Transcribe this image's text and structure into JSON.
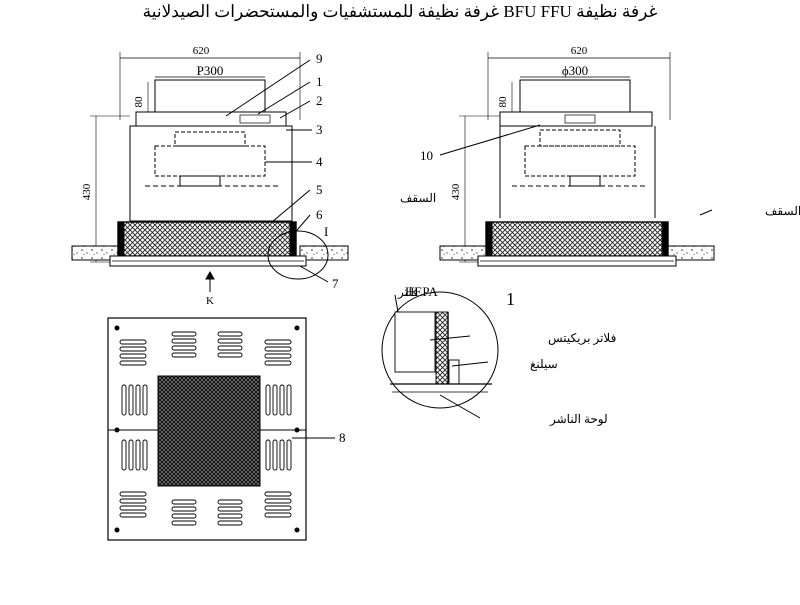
{
  "title": "غرفة نظيفة BFU FFU غرفة نظيفة للمستشفيات والمستحضرات الصيدلانية",
  "left_view": {
    "width_dim": "620",
    "height_dim": "430",
    "top_dim": "80",
    "duct_label": "P300",
    "callouts": [
      "1",
      "2",
      "3",
      "4",
      "5",
      "6",
      "7",
      "9"
    ],
    "detail_marker": "I",
    "view_marker": "K",
    "ceiling": "السقف"
  },
  "right_view": {
    "width_dim": "620",
    "height_dim": "430",
    "top_dim": "80",
    "duct_label": "ϕ300",
    "callout_10": "10",
    "ceiling": "السقف"
  },
  "bottom_view": {
    "callout_8": "8"
  },
  "detail": {
    "number": "1",
    "hepa_text": "HEPA",
    "hepa_ar": "فلتر",
    "pre_filter": "فلاتر بريكيتس",
    "sealant": "سيلنغ",
    "diffuser": "لوحة الناشر"
  }
}
